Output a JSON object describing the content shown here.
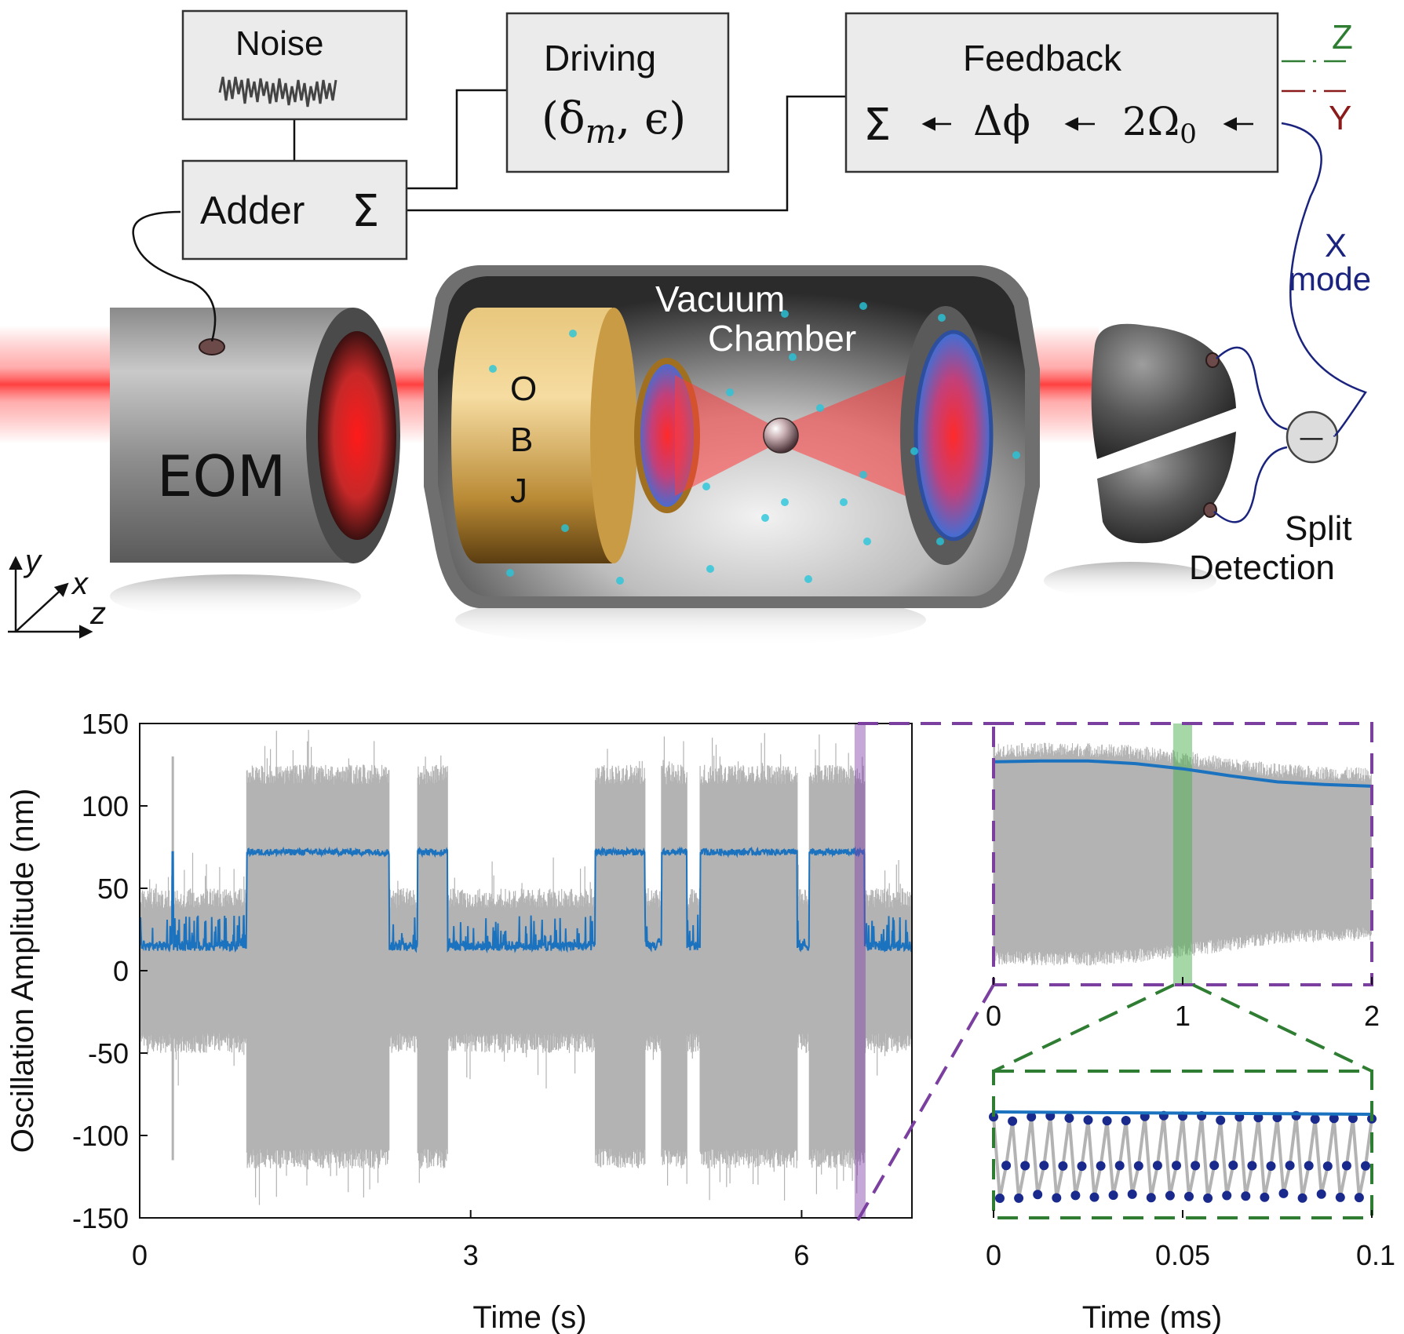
{
  "setup": {
    "noise_label": "Noise",
    "driving_label": "Driving",
    "driving_params": "(δ",
    "driving_params_sub": "m",
    "driving_params_rest": ", ϵ)",
    "feedback_label": "Feedback",
    "feedback_sum": "Σ",
    "feedback_phase": "Δϕ",
    "feedback_freq": "2Ω",
    "feedback_freq_sub": "0",
    "adder_label": "Adder",
    "adder_sum": "Σ",
    "eom_label": "EOM",
    "obj_letters": [
      "O",
      "B",
      "J"
    ],
    "chamber_label_1": "Vacuum",
    "chamber_label_2": "Chamber",
    "detection_label_1": "Split",
    "detection_label_2": "Detection",
    "minus_sign": "—",
    "mode_z": "Z",
    "mode_y": "Y",
    "mode_x_1": "X",
    "mode_x_2": "mode",
    "axis_x": "x",
    "axis_y": "y",
    "axis_z": "z",
    "colors": {
      "z_mode": "#2e7d32",
      "y_mode": "#8b1a1a",
      "x_mode": "#1a237e",
      "laser": "#e53935",
      "objective": "#c8a04a",
      "particles": "#26c6da"
    }
  },
  "chart_data": [
    {
      "type": "line",
      "xlabel": "Time (s)",
      "ylabel": "Oscillation Amplitude (nm)",
      "xlim": [
        0,
        7
      ],
      "ylim": [
        -150,
        150
      ],
      "xticks": [
        "0",
        "3",
        "6"
      ],
      "xtick_values": [
        0,
        3,
        6
      ],
      "yticks": [
        "150",
        "100",
        "50",
        "0",
        "-50",
        "-100",
        "-150"
      ],
      "ytick_values": [
        150,
        100,
        50,
        0,
        -50,
        -100,
        -150
      ],
      "highlight_x": [
        6.48,
        6.58
      ],
      "series": [
        {
          "kind": "raw_signal_band",
          "color": "#b3b3b3",
          "low_envelope": -50,
          "high_envelope": 50,
          "high_state_envelope": 125
        },
        {
          "kind": "amplitude",
          "color": "#1b72be",
          "low_level": 12,
          "high_level": 72,
          "high_intervals": [
            [
              0.97,
              2.26
            ],
            [
              2.52,
              2.79
            ],
            [
              4.13,
              4.58
            ],
            [
              4.73,
              4.96
            ],
            [
              5.08,
              5.96
            ],
            [
              6.07,
              6.57
            ]
          ],
          "spike_at": [
            [
              0.3,
              72
            ]
          ]
        }
      ]
    },
    {
      "type": "line",
      "xlabel": "",
      "xlim": [
        0,
        2
      ],
      "ylim": [
        -150,
        150
      ],
      "xticks": [
        "0",
        "1",
        "2"
      ],
      "xtick_values": [
        0,
        1,
        2
      ],
      "highlight_x": [
        0.95,
        1.05
      ],
      "series": [
        {
          "kind": "amplitude",
          "color": "#1b72be",
          "x": [
            0,
            0.25,
            0.5,
            0.75,
            1.0,
            1.25,
            1.5,
            1.75,
            2.0
          ],
          "y": [
            106,
            107,
            107,
            104,
            98,
            90,
            83,
            80,
            78
          ]
        }
      ]
    },
    {
      "type": "scatter",
      "xlabel": "Time (ms)",
      "xlim": [
        0,
        0.1
      ],
      "xticks": [
        "0",
        "0.05",
        "0.1"
      ],
      "xtick_values": [
        0,
        0.05,
        0.1
      ],
      "oscillation_periods": 20,
      "amplitude_level": 98
    }
  ]
}
